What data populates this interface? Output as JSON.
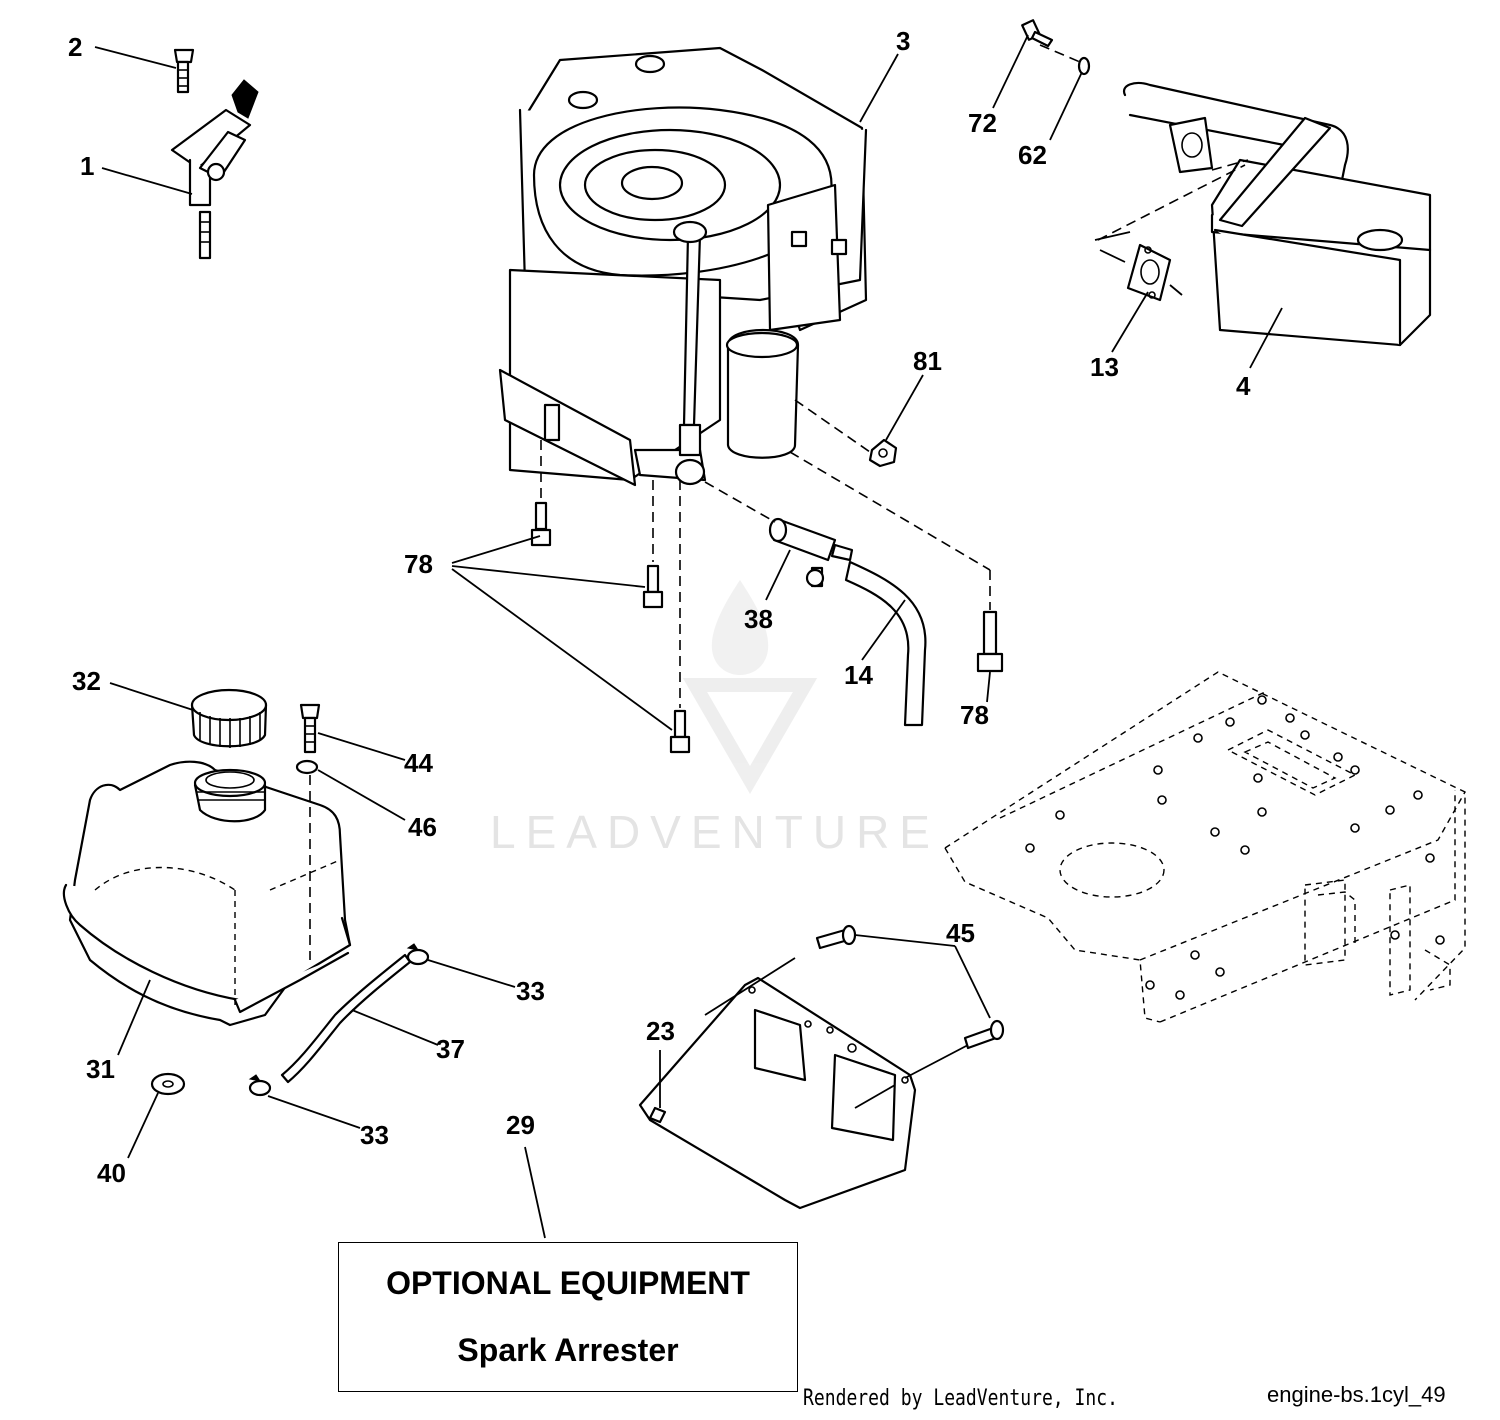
{
  "diagram": {
    "callouts": [
      {
        "id": "c1",
        "text": "1"
      },
      {
        "id": "c2",
        "text": "2"
      },
      {
        "id": "c3",
        "text": "3"
      },
      {
        "id": "c4",
        "text": "4"
      },
      {
        "id": "c13",
        "text": "13"
      },
      {
        "id": "c14",
        "text": "14"
      },
      {
        "id": "c23",
        "text": "23"
      },
      {
        "id": "c29",
        "text": "29"
      },
      {
        "id": "c31",
        "text": "31"
      },
      {
        "id": "c32",
        "text": "32"
      },
      {
        "id": "c33a",
        "text": "33"
      },
      {
        "id": "c33b",
        "text": "33"
      },
      {
        "id": "c37",
        "text": "37"
      },
      {
        "id": "c38",
        "text": "38"
      },
      {
        "id": "c40",
        "text": "40"
      },
      {
        "id": "c44",
        "text": "44"
      },
      {
        "id": "c45",
        "text": "45"
      },
      {
        "id": "c46",
        "text": "46"
      },
      {
        "id": "c62",
        "text": "62"
      },
      {
        "id": "c72",
        "text": "72"
      },
      {
        "id": "c78a",
        "text": "78"
      },
      {
        "id": "c78b",
        "text": "78"
      },
      {
        "id": "c81",
        "text": "81"
      }
    ]
  },
  "optional_box": {
    "title": "OPTIONAL EQUIPMENT",
    "subtitle": "Spark Arrester"
  },
  "footer": {
    "credit": "Rendered by LeadVenture, Inc.",
    "diagram_code": "engine-bs.1cyl_49"
  },
  "watermark": {
    "text": "LEADVENTURE"
  }
}
